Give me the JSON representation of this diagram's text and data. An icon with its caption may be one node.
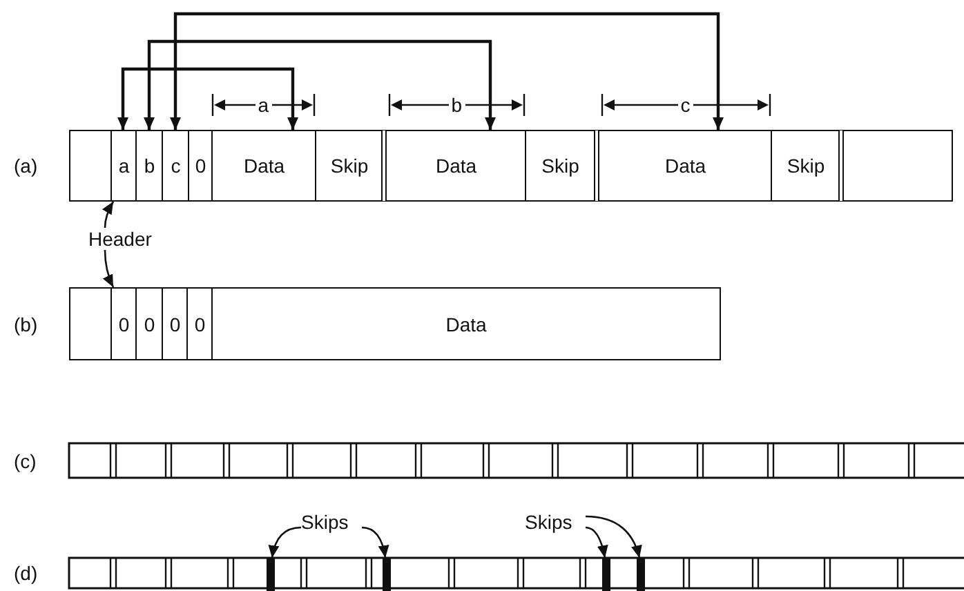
{
  "diagram": {
    "nodes": [
      {
        "text": [],
        "shape": "box"
      },
      {
        "text": [
          "a"
        ]
      },
      {
        "text": [
          "b"
        ]
      },
      {
        "text": [
          "c"
        ]
      },
      {
        "text": [
          "0"
        ]
      },
      {
        "text": [
          "Data"
        ],
        "beside": [
          "a"
        ]
      },
      {
        "text": [
          "Skip"
        ]
      },
      {
        "text": [
          "Data"
        ],
        "beside": [
          "b"
        ]
      },
      {
        "text": [
          "Skip"
        ]
      },
      {
        "text": [
          "Data"
        ],
        "beside": [
          "c"
        ]
      },
      {
        "text": [
          "Skip"
        ]
      },
      {
        "text": [],
        "shape": "box"
      },
      {
        "text": [
          "Header"
        ]
      },
      {
        "text": [],
        "shape": "box"
      },
      {
        "text": [
          "0"
        ]
      },
      {
        "text": [
          "0"
        ]
      },
      {
        "text": [
          "0"
        ]
      },
      {
        "text": [
          "0"
        ]
      },
      {
        "text": [
          "Data"
        ]
      },
      {
        "text": [
          "Skips"
        ]
      },
      {
        "text": [
          "Skips"
        ]
      },
      {
        "text": [],
        "shape": "bar"
      },
      {
        "text": [],
        "shape": "bar"
      },
      {
        "text": [],
        "shape": "bar"
      },
      {
        "text": [],
        "shape": "bar"
      }
    ],
    "edges": [
      {
        "from": 1,
        "to": 5,
        "arrow": "both"
      },
      {
        "from": 2,
        "to": 7,
        "arrow": "both"
      },
      {
        "from": 3,
        "to": 9,
        "arrow": "both"
      },
      {
        "from": 12,
        "to": 1,
        "arrow": "to"
      },
      {
        "from": 12,
        "to": 14,
        "arrow": "to"
      },
      {
        "from": 19,
        "to": 21,
        "arrow": "to"
      },
      {
        "from": 19,
        "to": 22,
        "arrow": "to"
      },
      {
        "from": 20,
        "to": 23,
        "arrow": "to"
      },
      {
        "from": 20,
        "to": 24,
        "arrow": "to"
      }
    ],
    "labels": [
      "(a)",
      "(b)",
      "(c)",
      "(d)"
    ]
  }
}
